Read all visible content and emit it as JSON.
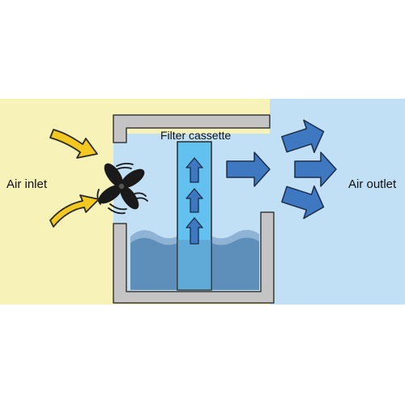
{
  "labels": {
    "inlet": "Air inlet",
    "outlet": "Air outlet",
    "filter": "Filter cassette"
  },
  "colors": {
    "inlet_zone": "#f7f2b8",
    "outlet_zone": "#c2e0f5",
    "housing": "#c4c4c4",
    "housing_stroke": "#3a3a3a",
    "water": "#5e8fba",
    "water_top": "#8fb3d4",
    "cassette": "#62c1ef",
    "inflow_arrow": "#f4c81e",
    "outflow_arrow": "#3d78c0",
    "fan": "#1a1a1a"
  },
  "icons": {
    "fan": "fan-icon",
    "inflow": "curved-arrow-right-icon",
    "outflow": "arrow-right-icon",
    "upflow": "arrow-up-icon"
  }
}
